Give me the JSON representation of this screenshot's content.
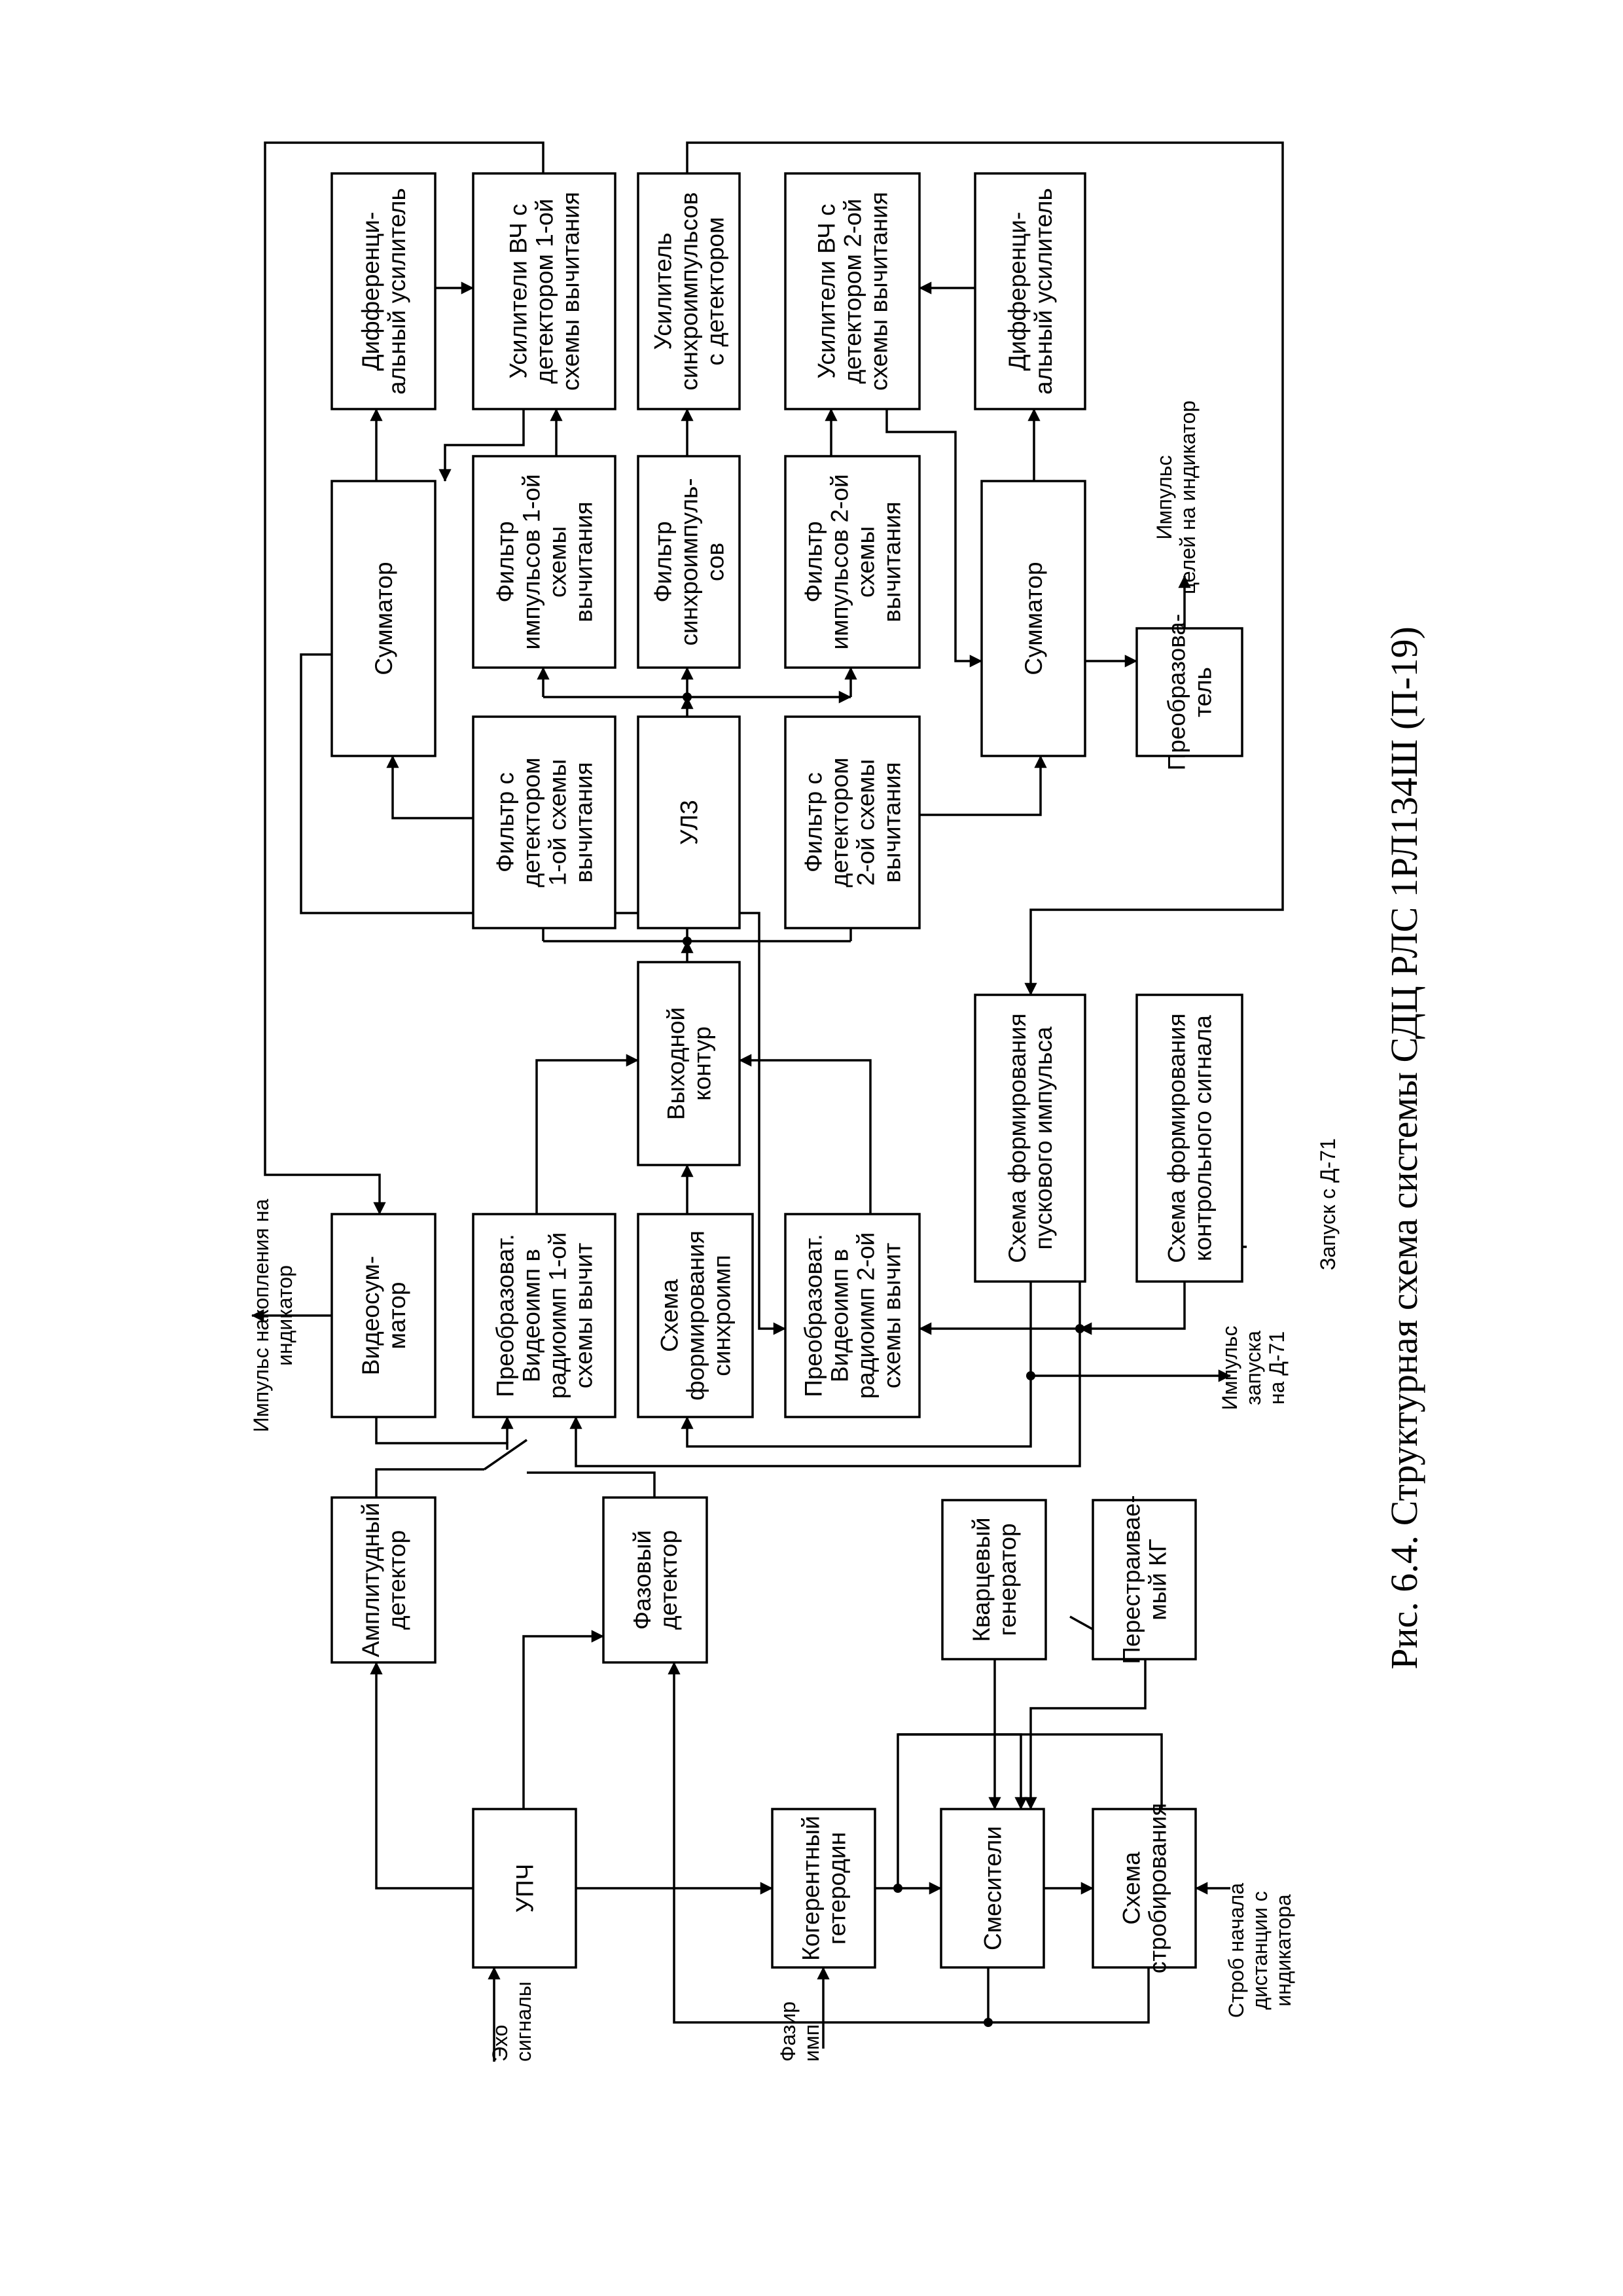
{
  "caption": "Рис. 6.4. Структурная схема системы СДЦ РЛС 1РЛ134Ш (П-19)",
  "blocks": {
    "upch": [
      "УПЧ"
    ],
    "ampl_det": [
      "Амплитудный",
      "детектор"
    ],
    "phase_det": [
      "Фазовый",
      "детектор"
    ],
    "coh_het": [
      "Когерентный",
      "гетеродин"
    ],
    "mixers": [
      "Смесители"
    ],
    "strobe": [
      "Схема",
      "стробирования"
    ],
    "quartz": [
      "Кварцевый",
      "генератор"
    ],
    "tunable": [
      "Перестраивае-",
      "мый  КГ"
    ],
    "videosum": [
      "Видеосум-",
      "матор"
    ],
    "conv1": [
      "Преобразоват.",
      "Видеоимп в",
      "радиоимп 1-ой",
      "схемы вычит"
    ],
    "sync_form": [
      "Схема",
      "формирования",
      "синхроимп"
    ],
    "conv2": [
      "Преобразоват.",
      "Видеоимп в",
      "радиоимп 2-ой",
      "схемы вычит"
    ],
    "output": [
      "Выходной",
      "контур"
    ],
    "start_pulse": [
      "Схема формирования",
      "пускового импульса"
    ],
    "control_sig": [
      "Схема формирования",
      "контрольного сигнала"
    ],
    "filt_det1": [
      "Фильтр с",
      "детектором",
      "1-ой схемы",
      "вычитания"
    ],
    "ulz": [
      "УЛЗ"
    ],
    "filt_det2": [
      "Фильтр с",
      "детектором",
      "2-ой схемы",
      "вычитания"
    ],
    "sum1": [
      "Сумматор"
    ],
    "sum2": [
      "Сумматор"
    ],
    "converter": [
      "Преобразова-",
      "тель"
    ],
    "filt_imp1": [
      "Фильтр",
      "импульсов 1-ой",
      "схемы",
      "вычитания"
    ],
    "filt_sync": [
      "Фильтр",
      "синхроимпуль-",
      "сов"
    ],
    "filt_imp2": [
      "Фильтр",
      "импульсов 2-ой",
      "схемы",
      "вычитания"
    ],
    "diff_amp1": [
      "Дифференци-",
      "альный усилитель"
    ],
    "rf_amp1": [
      "Усилители ВЧ с",
      "детектором 1-ой",
      "схемы вычитания"
    ],
    "sync_amp": [
      "Усилитель",
      "синхроимпульсов",
      "с детектором"
    ],
    "rf_amp2": [
      "Усилители ВЧ с",
      "детектором 2-ой",
      "схемы вычитания"
    ],
    "diff_amp2": [
      "Дифференци-",
      "альный усилитель"
    ]
  },
  "labels": {
    "echo": [
      "Эхо",
      "сигналы"
    ],
    "phasing": [
      "Фазир",
      "имп"
    ],
    "strobe_start": [
      "Строб начала",
      "дистанции с",
      "индикатора"
    ],
    "accum_pulse": [
      "Импульс  накопления на",
      "индикатор"
    ],
    "launch_pulse": [
      "Импульс",
      "запуска",
      "на Д-71"
    ],
    "start_from": [
      "Запуск с Д-71"
    ],
    "target_pulse": [
      "Импульс",
      "целей на индикатор"
    ]
  }
}
